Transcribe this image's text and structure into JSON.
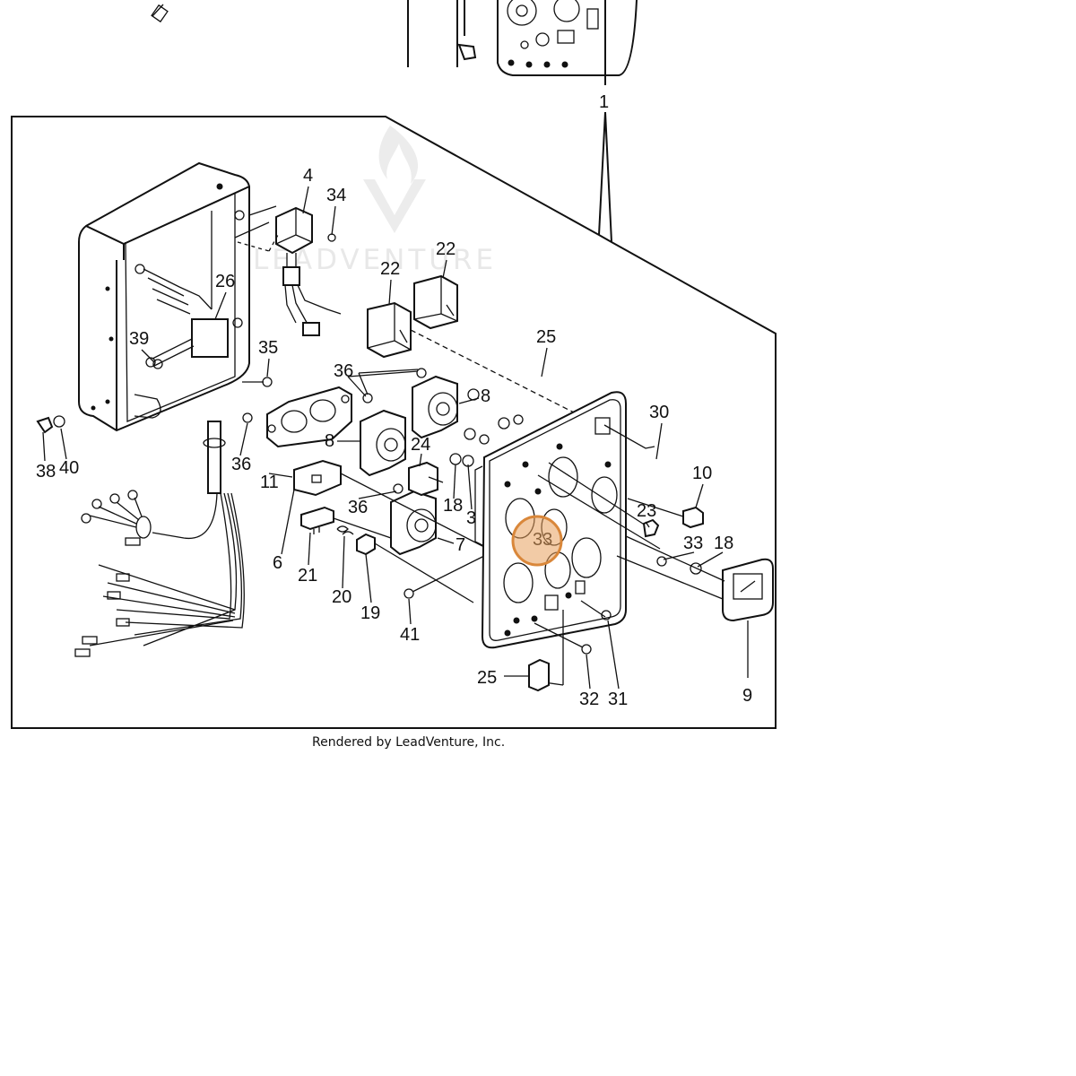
{
  "watermark": {
    "brand": "LEADVENTURE",
    "logo": "flame-v-logo"
  },
  "caption": "Rendered by LeadVenture, Inc.",
  "callouts": {
    "c1": "1",
    "c3": "3",
    "c4": "4",
    "c6": "6",
    "c7": "7",
    "c8a": "8",
    "c8b": "8",
    "c9": "9",
    "c10": "10",
    "c11": "11",
    "c18a": "18",
    "c18b": "18",
    "c19": "19",
    "c20": "20",
    "c21": "21",
    "c22a": "22",
    "c22b": "22",
    "c23": "23",
    "c24": "24",
    "c25a": "25",
    "c25b": "25",
    "c26": "26",
    "c30": "30",
    "c31": "31",
    "c32": "32",
    "c33a": "33",
    "c33b": "33",
    "c34": "34",
    "c35": "35",
    "c36a": "36",
    "c36b": "36",
    "c36c": "36",
    "c38": "38",
    "c39": "39",
    "c40": "40",
    "c41": "41"
  },
  "highlight": {
    "part": "33",
    "color": "#e8a15c"
  }
}
